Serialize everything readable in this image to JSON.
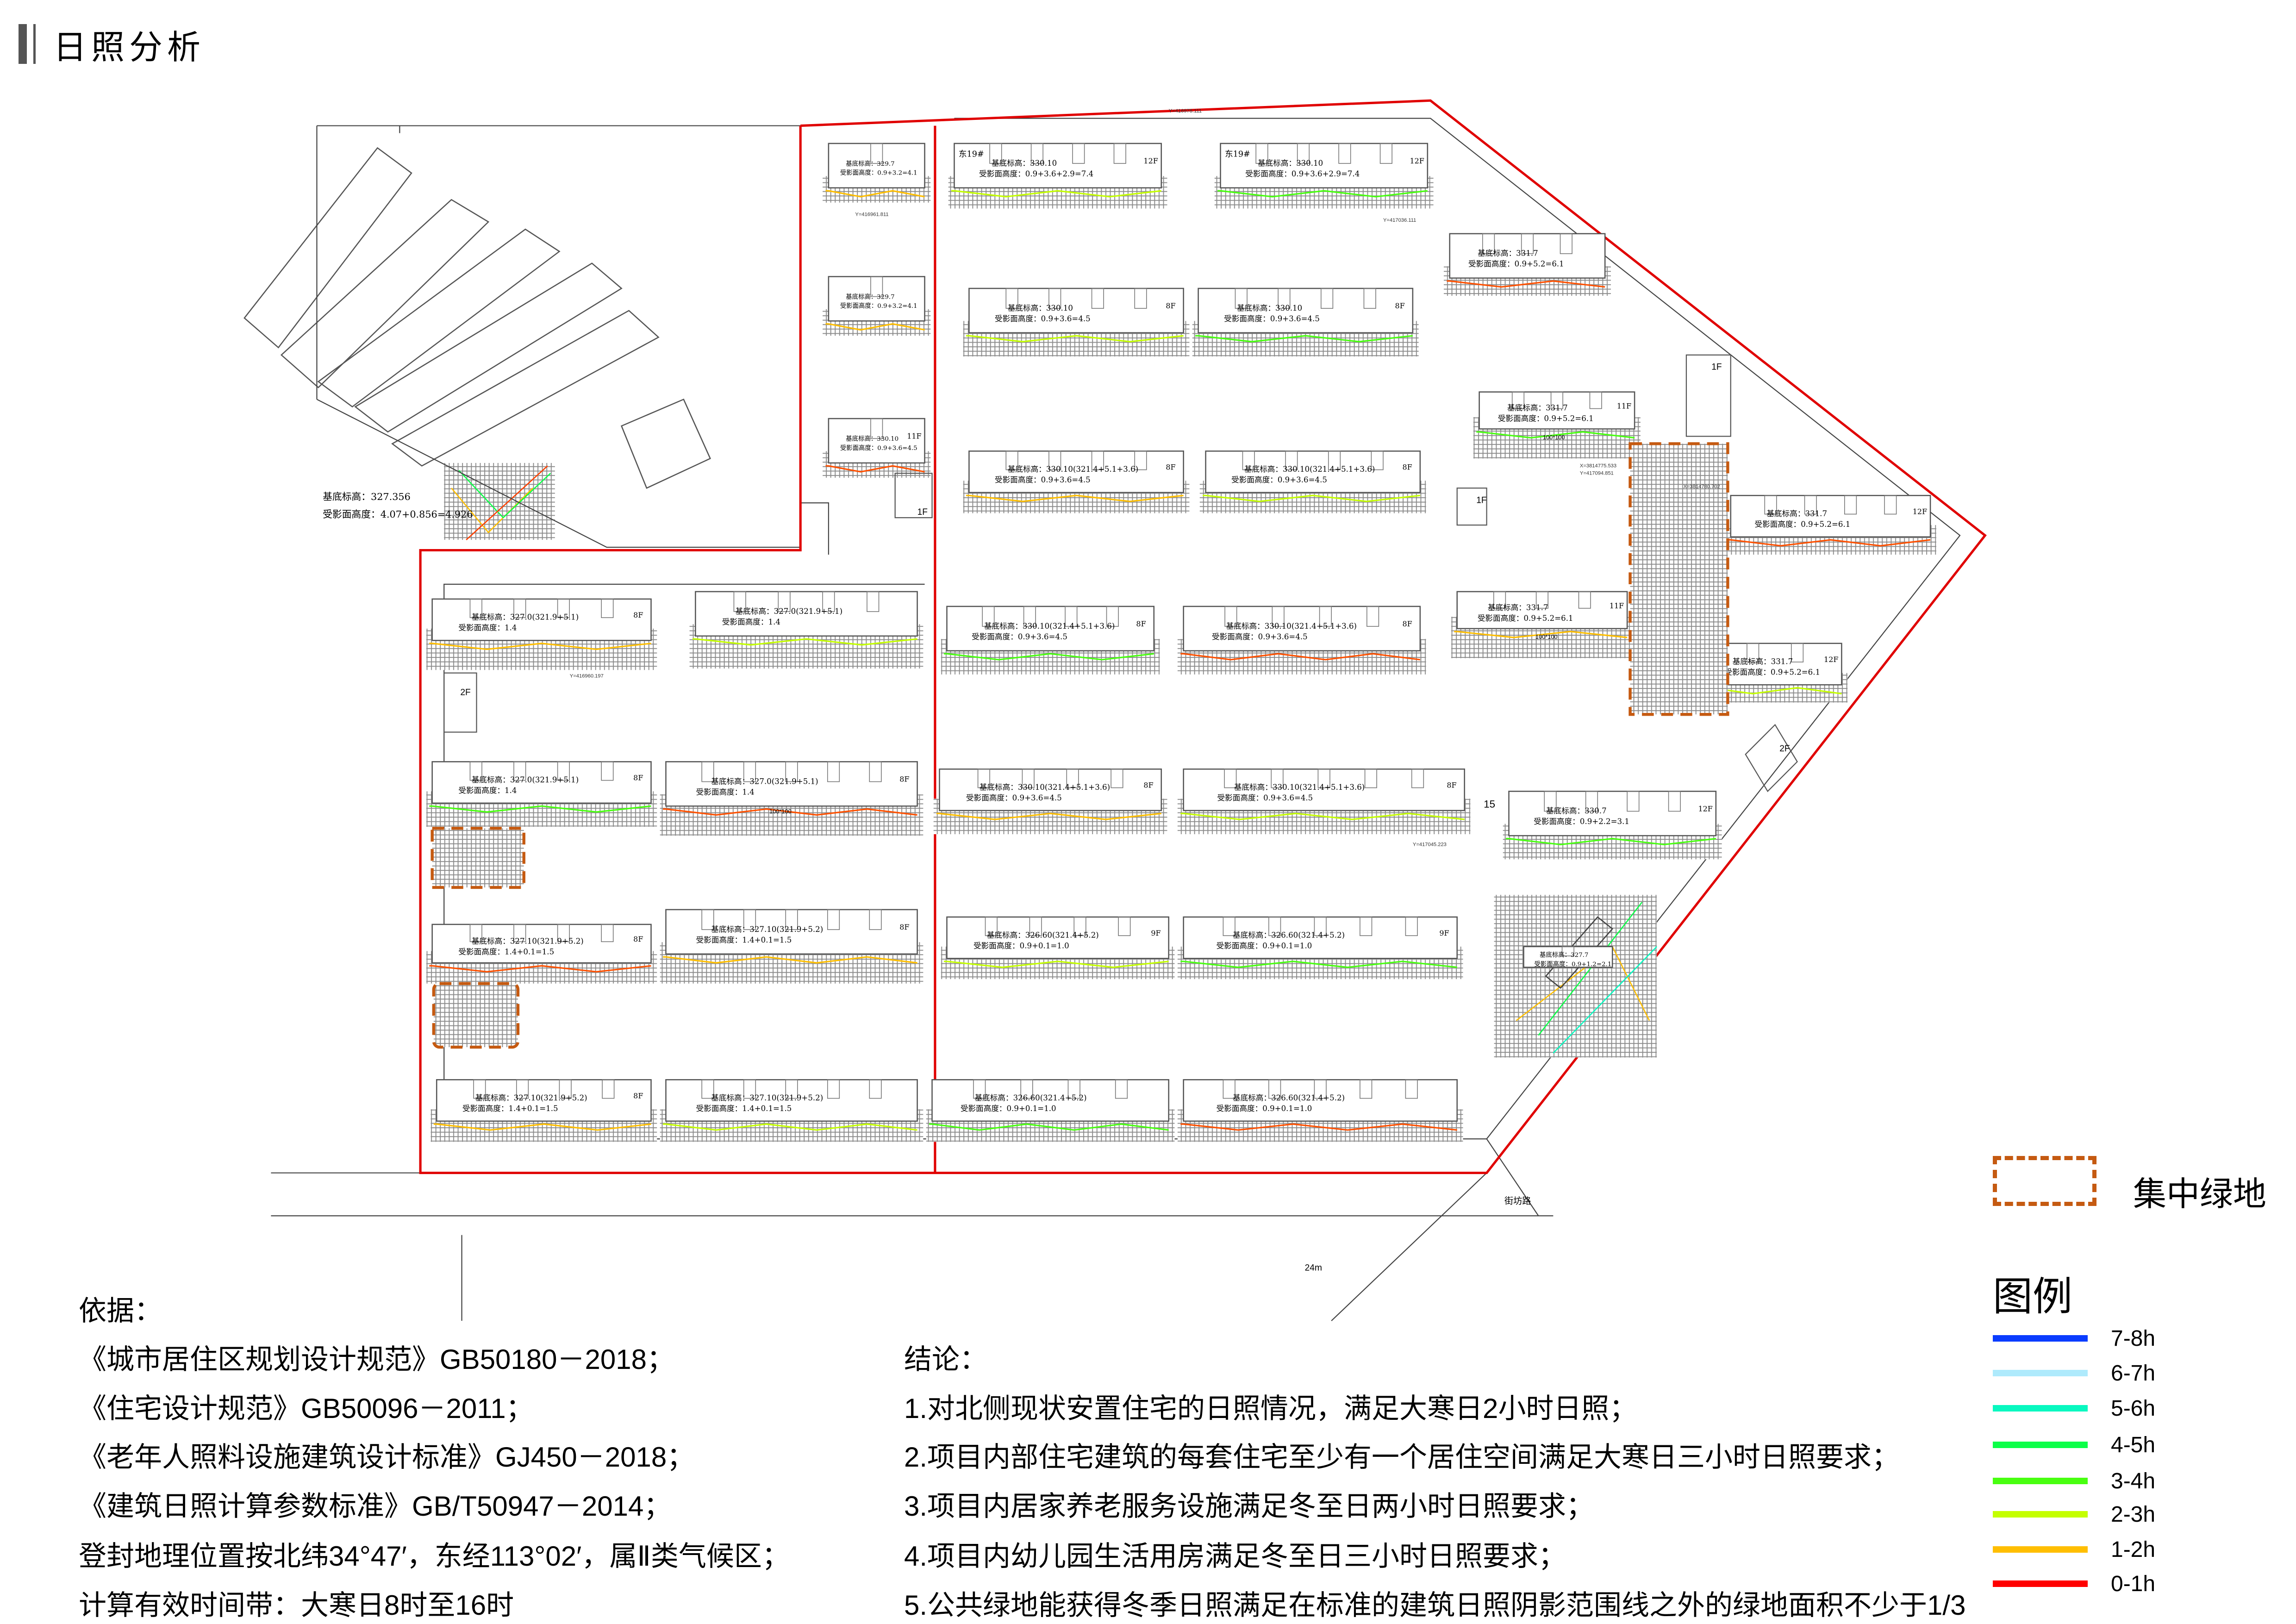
{
  "header": {
    "title": "日照分析"
  },
  "plan": {
    "left_label": {
      "elevation": "基底标高：327.356",
      "shadow_height": "受影面高度：4.07+0.856=4.926"
    },
    "street_label": "街坊路",
    "road_width_label": "24m",
    "misc_labels": [
      "1F",
      "1F",
      "1F",
      "2F",
      "2F",
      "15",
      "100*100",
      "100*100",
      "100*100"
    ],
    "coord_labels": [
      "Y=416978.111",
      "Y=416961.811",
      "Y=417036.111",
      "Y=416960.197",
      "Y=417045.223",
      "X=3814780.702",
      "X=3814775.533",
      "Y=417094.851"
    ],
    "buildings": [
      {
        "name": "",
        "elevation": "基底标高：329.7",
        "shadow": "受影面高度：0.9+3.2=4.1",
        "floors": ""
      },
      {
        "name": "东19#",
        "elevation": "基底标高：330.10",
        "shadow": "受影面高度：0.9+3.6+2.9=7.4",
        "floors": "12F"
      },
      {
        "name": "东19#",
        "elevation": "基底标高：330.10",
        "shadow": "受影面高度：0.9+3.6+2.9=7.4",
        "floors": "12F"
      },
      {
        "name": "",
        "elevation": "基底标高：331.7",
        "shadow": "受影面高度：0.9+5.2=6.1",
        "floors": ""
      },
      {
        "name": "",
        "elevation": "基底标高：329.7",
        "shadow": "受影面高度：0.9+3.2=4.1",
        "floors": ""
      },
      {
        "name": "",
        "elevation": "基底标高：330.10",
        "shadow": "受影面高度：0.9+3.6=4.5",
        "floors": "8F"
      },
      {
        "name": "",
        "elevation": "基底标高：330.10",
        "shadow": "受影面高度：0.9+3.6=4.5",
        "floors": "8F"
      },
      {
        "name": "",
        "elevation": "基底标高：330.10",
        "shadow": "受影面高度：0.9+3.6=4.5",
        "floors": "11F"
      },
      {
        "name": "",
        "elevation": "基底标高：330.10(321.4+5.1+3.6)",
        "shadow": "受影面高度：0.9+3.6=4.5",
        "floors": "8F"
      },
      {
        "name": "",
        "elevation": "基底标高：330.10(321.4+5.1+3.6)",
        "shadow": "受影面高度：0.9+3.6=4.5",
        "floors": "8F"
      },
      {
        "name": "",
        "elevation": "基底标高：331.7",
        "shadow": "受影面高度：0.9+5.2=6.1",
        "floors": "11F"
      },
      {
        "name": "",
        "elevation": "基底标高：331.7",
        "shadow": "受影面高度：0.9+5.2=6.1",
        "floors": "12F"
      },
      {
        "name": "",
        "elevation": "基底标高：327.0(321.9+5.1)",
        "shadow": "受影面高度：1.4",
        "floors": "8F"
      },
      {
        "name": "",
        "elevation": "基底标高：327.0(321.9+5.1)",
        "shadow": "受影面高度：1.4",
        "floors": ""
      },
      {
        "name": "",
        "elevation": "基底标高：330.10(321.4+5.1+3.6)",
        "shadow": "受影面高度：0.9+3.6=4.5",
        "floors": "8F"
      },
      {
        "name": "",
        "elevation": "基底标高：330.10(321.4+5.1+3.6)",
        "shadow": "受影面高度：0.9+3.6=4.5",
        "floors": "8F"
      },
      {
        "name": "",
        "elevation": "基底标高：331.7",
        "shadow": "受影面高度：0.9+5.2=6.1",
        "floors": "11F"
      },
      {
        "name": "",
        "elevation": "基底标高：331.7",
        "shadow": "受影面高度：0.9+5.2=6.1",
        "floors": "12F"
      },
      {
        "name": "",
        "elevation": "基底标高：327.0(321.9+5.1)",
        "shadow": "受影面高度：1.4",
        "floors": "8F"
      },
      {
        "name": "",
        "elevation": "基底标高：327.0(321.9+5.1)",
        "shadow": "受影面高度：1.4",
        "floors": "8F"
      },
      {
        "name": "",
        "elevation": "基底标高：330.10(321.4+5.1+3.6)",
        "shadow": "受影面高度：0.9+3.6=4.5",
        "floors": "8F"
      },
      {
        "name": "",
        "elevation": "基底标高：330.10(321.4+5.1+3.6)",
        "shadow": "受影面高度：0.9+3.6=4.5",
        "floors": "8F"
      },
      {
        "name": "",
        "elevation": "基底标高：330.7",
        "shadow": "受影面高度：0.9+2.2=3.1",
        "floors": "12F"
      },
      {
        "name": "",
        "elevation": "基底标高：327.10(321.9+5.2)",
        "shadow": "受影面高度：1.4+0.1=1.5",
        "floors": "8F"
      },
      {
        "name": "",
        "elevation": "基底标高：327.10(321.9+5.2)",
        "shadow": "受影面高度：1.4+0.1=1.5",
        "floors": "8F"
      },
      {
        "name": "",
        "elevation": "基底标高：326.60(321.4+5.2)",
        "shadow": "受影面高度：0.9+0.1=1.0",
        "floors": "9F"
      },
      {
        "name": "",
        "elevation": "基底标高：326.60(321.4+5.2)",
        "shadow": "受影面高度：0.9+0.1=1.0",
        "floors": "9F"
      },
      {
        "name": "",
        "elevation": "基底标高：327.7",
        "shadow": "受影面高度：0.9+1.2=2.1",
        "floors": ""
      },
      {
        "name": "",
        "elevation": "基底标高：327.10(321.9+5.2)",
        "shadow": "受影面高度：1.4+0.1=1.5",
        "floors": "8F"
      },
      {
        "name": "",
        "elevation": "基底标高：327.10(321.9+5.2)",
        "shadow": "受影面高度：1.4+0.1=1.5",
        "floors": ""
      },
      {
        "name": "",
        "elevation": "基底标高：326.60(321.4+5.2)",
        "shadow": "受影面高度：0.9+0.1=1.0",
        "floors": ""
      },
      {
        "name": "",
        "elevation": "基底标高：326.60(321.4+5.2)",
        "shadow": "受影面高度：0.9+0.1=1.0",
        "floors": ""
      }
    ]
  },
  "basis": {
    "heading": "依据：",
    "items": [
      "《城市居住区规划设计规范》GB50180－2018；",
      "《住宅设计规范》GB50096－2011；",
      "《老年人照料设施建筑设计标准》GJ450－2018；",
      "《建筑日照计算参数标准》GB/T50947－2014；",
      "登封地理位置按北纬34°47′，东经113°02′，属Ⅱ类气候区；",
      "计算有效时间带：大寒日8时至16时"
    ]
  },
  "conclusion": {
    "heading": "结论：",
    "items": [
      "1.对北侧现状安置住宅的日照情况，满足大寒日2小时日照；",
      "2.项目内部住宅建筑的每套住宅至少有一个居住空间满足大寒日三小时日照要求；",
      "3.项目内居家养老服务设施满足冬至日两小时日照要求；",
      "4.项目内幼儿园生活用房满足冬至日三小时日照要求；",
      "5.公共绿地能获得冬季日照满足在标准的建筑日照阴影范围线之外的绿地面积不少于1/3"
    ]
  },
  "legend": {
    "green_area_label": "集中绿地",
    "green_area_color": "#c55a11",
    "title": "图例",
    "items": [
      {
        "label": "7-8h",
        "color": "#0a3cff"
      },
      {
        "label": "6-7h",
        "color": "#aeeafc"
      },
      {
        "label": "5-6h",
        "color": "#08f8c0"
      },
      {
        "label": "4-5h",
        "color": "#0cff48"
      },
      {
        "label": "3-4h",
        "color": "#48ff10"
      },
      {
        "label": "2-3h",
        "color": "#c4ff00"
      },
      {
        "label": "1-2h",
        "color": "#ffbe00"
      },
      {
        "label": "0-1h",
        "color": "#ff0000"
      }
    ]
  },
  "colors": {
    "site_boundary": "#e00000",
    "lines": "#333333",
    "hatch": "#888888"
  }
}
